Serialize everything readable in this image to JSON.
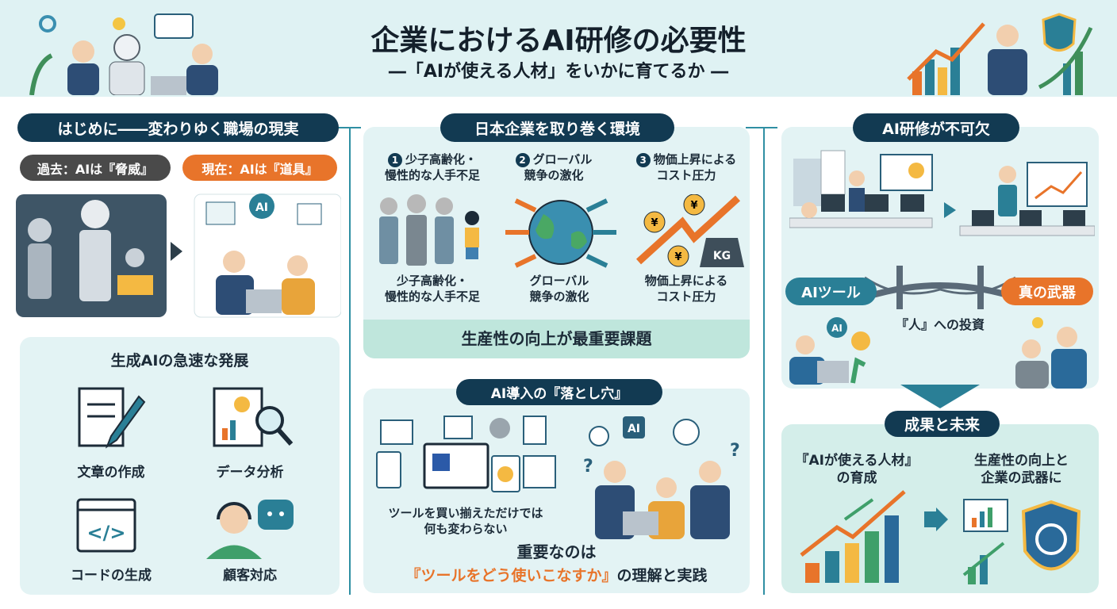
{
  "header": {
    "title": "企業におけるAI研修の必要性",
    "subtitle": "―「AIが使える人材」をいかに育てるか ―"
  },
  "left": {
    "heading": "はじめに――変わりゆく職場の現実",
    "past_tag": "過去：AIは『脅威』",
    "present_tag": "現在：AIは『道具』",
    "ai_badge": "AI",
    "genai": {
      "heading": "生成AIの急速な発展",
      "items": [
        {
          "label": "文章の作成",
          "icon": "document-pen-icon"
        },
        {
          "label": "データ分析",
          "icon": "chart-magnifier-icon"
        },
        {
          "label": "コードの生成",
          "icon": "code-window-icon"
        },
        {
          "label": "顧客対応",
          "icon": "headset-chat-icon"
        }
      ]
    }
  },
  "middle": {
    "env": {
      "heading": "日本企業を取り巻く環境",
      "items": [
        {
          "num": "1",
          "title": "少子高齢化・\n慢性的な人手不足",
          "caption": "少子高齢化・\n慢性的な人手不足"
        },
        {
          "num": "2",
          "title": "グローバル\n競争の激化",
          "caption": "グローバル\n競争の激化"
        },
        {
          "num": "3",
          "title": "物価上昇による\nコスト圧力",
          "caption": "物価上昇による\nコスト圧力"
        }
      ],
      "weight_label": "KG",
      "yen": "¥",
      "conclusion": "生産性の向上が最重要課題"
    },
    "pitfall": {
      "heading": "AI導入の『落とし穴』",
      "tools_text": "ツールを買い揃えただけでは\n何も変わらない",
      "ai_badge": "AI",
      "key": "重要なのは",
      "emphasis": "『ツールをどう使いこなすか』",
      "emphasis_suffix": "の理解と実践"
    }
  },
  "right": {
    "training": {
      "heading": "AI研修が不可欠",
      "tool_tag": "AIツール",
      "weapon_tag": "真の武器",
      "bridge_label": "『人』への投資",
      "ai_badge": "AI"
    },
    "future": {
      "heading": "成果と未来",
      "left_text": "『AIが使える人材』\nの育成",
      "right_text": "生産性の向上と\n企業の武器に"
    }
  },
  "colors": {
    "navy": "#123a52",
    "teal": "#2a7f96",
    "orange": "#e8742a",
    "grey": "#4a4a4a",
    "panel": "#e3f3f4",
    "green_bar": "#bfe6dc"
  }
}
